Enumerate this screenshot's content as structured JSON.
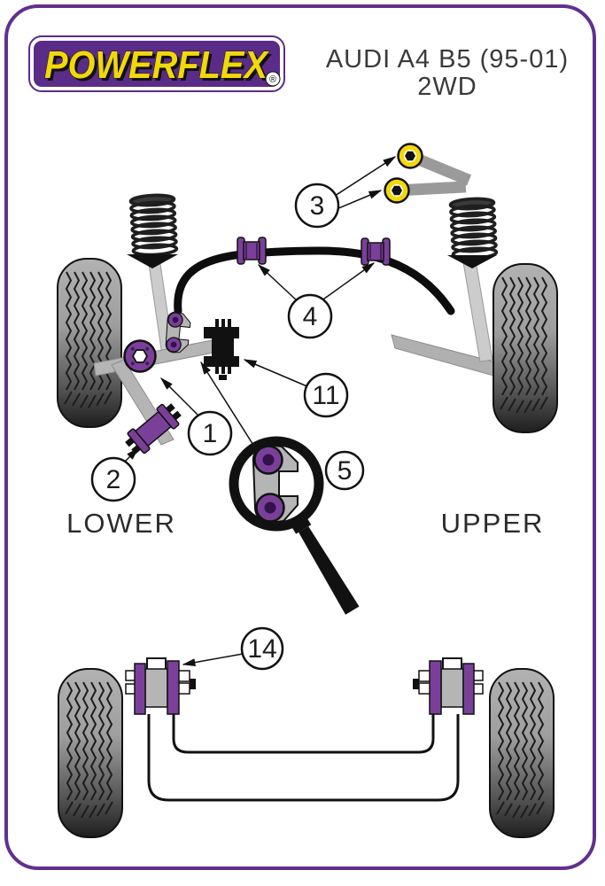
{
  "logo": {
    "text": "POWERFLEX",
    "registered": "®"
  },
  "title": {
    "line1": "AUDI A4 B5 (95-01)",
    "line2": "2WD"
  },
  "labels": {
    "lower": "LOWER",
    "upper": "UPPER"
  },
  "callouts": {
    "c1": "1",
    "c2": "2",
    "c3": "3",
    "c4": "4",
    "c5": "5",
    "c11": "11",
    "c14": "14"
  },
  "colors": {
    "bushing_purple": "#7a4099",
    "bushing_purple_dark": "#44215e",
    "logo_purple": "#5b2c87",
    "logo_yellow": "#f2d80a",
    "border_purple": "#61308f",
    "title_ink": "#3a3a3a"
  }
}
